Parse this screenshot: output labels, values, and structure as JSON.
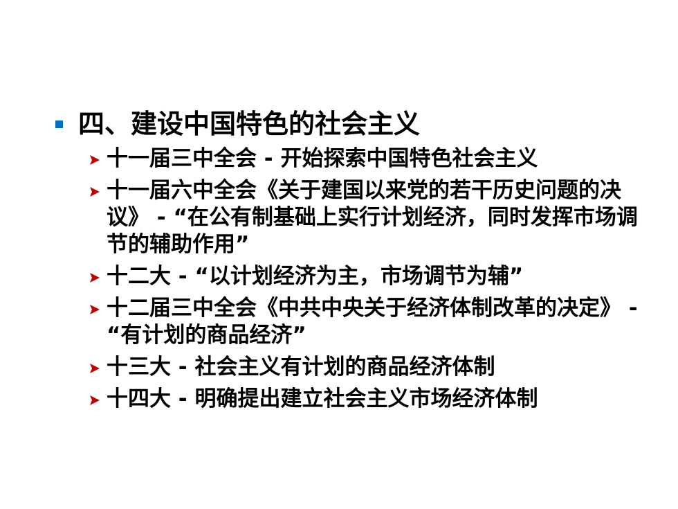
{
  "slide": {
    "heading": "四、建设中国特色的社会主义",
    "items": [
      "十一届三中全会 - 开始探索中国特色社会主义",
      "十一届六中全会《关于建国以来党的若干历史问题的决议》 - “在公有制基础上实行计划经济，同时发挥市场调节的辅助作用”",
      "十二大 - “以计划经济为主，市场调节为辅”",
      "十二届三中全会《中共中央关于经济体制改革的决定》 - “有计划的商品经济”",
      "十三大 - 社会主义有计划的商品经济体制",
      "十四大 - 明确提出建立社会主义市场经济体制"
    ]
  },
  "colors": {
    "heading_bullet": "#0070C0",
    "item_arrow": "#C00000",
    "text": "#000000",
    "background": "#FFFFFF"
  },
  "icons": {
    "heading_bullet": "square-bullet-icon",
    "item_bullet": "arrow-bullet-icon"
  }
}
